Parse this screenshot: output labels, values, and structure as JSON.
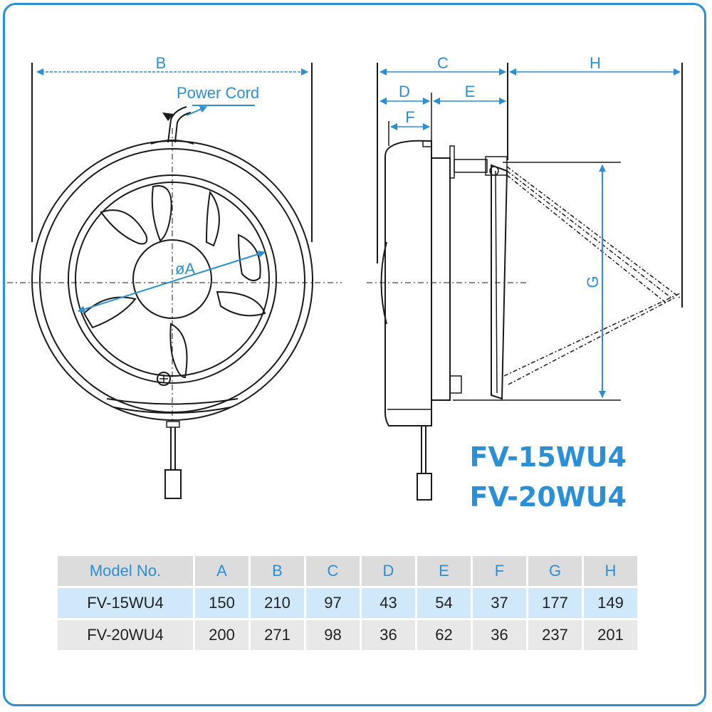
{
  "dimension_labels": {
    "B": "B",
    "power_cord": "Power Cord",
    "diameter_A": "øA",
    "C": "C",
    "D": "D",
    "E": "E",
    "F": "F",
    "G": "G",
    "H": "H"
  },
  "models": {
    "title_1": "FV-15WU4",
    "title_2": "FV-20WU4"
  },
  "spec_table": {
    "headers": [
      "Model No.",
      "A",
      "B",
      "C",
      "D",
      "E",
      "F",
      "G",
      "H"
    ],
    "rows": [
      [
        "FV-15WU4",
        "150",
        "210",
        "97",
        "43",
        "54",
        "37",
        "177",
        "149"
      ],
      [
        "FV-20WU4",
        "200",
        "271",
        "98",
        "36",
        "62",
        "36",
        "237",
        "201"
      ]
    ]
  },
  "colors": {
    "accent": "#2a8fd4",
    "line": "#1a1a1a",
    "header_bg": "#dcdcdc",
    "row1_bg": "#cfe9fb",
    "row2_bg": "#e8e8e8"
  }
}
